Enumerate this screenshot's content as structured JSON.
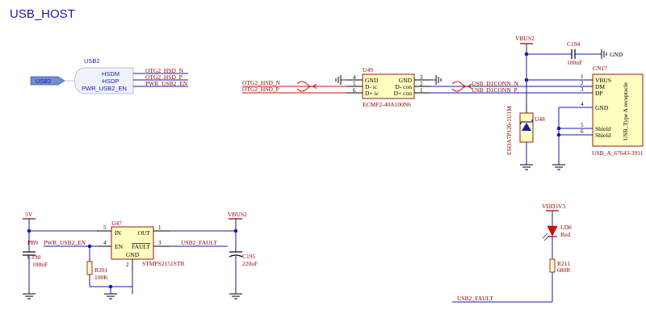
{
  "title": "USB_HOST",
  "colors": {
    "wire": "#1a1aa6",
    "net": "#8b0000",
    "diff": "#cc1111",
    "part": "#8b0000",
    "body": "#ffffc0",
    "port": "#6f8fd4",
    "junction": "#1a1aa6",
    "led": "#d01010"
  },
  "sheet": {
    "name": "USB2",
    "port_label": "USB2",
    "pins": [
      "HSDM",
      "HSDP",
      "PWR_USB2_EN"
    ],
    "nets": [
      "OTG2_HSD_N",
      "OTG2_HSD_P",
      "PWR_USB2_EN"
    ]
  },
  "esd_ic": {
    "ref": "U49",
    "part": "ECMF2-40A100N6",
    "pins_left": [
      "4",
      "5",
      "6"
    ],
    "pins_right": [
      "3",
      "2",
      "1"
    ],
    "left_names": [
      "GND",
      "D- ic",
      "D+ ic"
    ],
    "right_names": [
      "GND",
      "D- con",
      "D+ con"
    ],
    "in_nets": [
      "OTG2_HSD_N",
      "OTG2_HSD_P"
    ],
    "out_nets": [
      "USB_D1CONN_N",
      "USB_D1CONN_P"
    ]
  },
  "vbus_top": "VBUS2",
  "cap194": {
    "ref": "C194",
    "value": "100nF",
    "gnd": "GND"
  },
  "tvs": {
    "ref": "U48",
    "part": "ESDA7P120-1U1M"
  },
  "connector": {
    "ref": "CN17",
    "part": "USB_A_67643-3911",
    "vertical_label": "USB_Type A receptacle",
    "pins": [
      "1",
      "2",
      "3",
      "4",
      "5",
      "6"
    ],
    "pin_names": [
      "VBUS",
      "DM",
      "DP",
      "GND",
      "Shield",
      "Shield"
    ]
  },
  "switch": {
    "ref": "U47",
    "part": "STMPS2151STR",
    "pin_in": "5",
    "pin_en": "4",
    "pin_out": "1",
    "pin_fault": "3",
    "pin_gnd": "2",
    "name_in": "IN",
    "name_en": "EN",
    "name_out": "OUT",
    "name_fault": "FAULT",
    "name_gnd": "GND"
  },
  "supply_5v": "5V",
  "vbus_switch": "VBUS2",
  "pb9": "PB9",
  "en_net": "PWR_USB2_EN",
  "fault_net": "USB2_FAULT",
  "c190": {
    "ref": "C190",
    "value": "100nF"
  },
  "c195": {
    "ref": "C195",
    "value": "220uF"
  },
  "r201": {
    "ref": "R201",
    "value": "100K"
  },
  "vdd": "VDD3V3",
  "ld8": {
    "ref": "LD8",
    "value": "Red"
  },
  "r211": {
    "ref": "R211",
    "value": "680R"
  },
  "fault_net_bottom": "USB2_FAULT"
}
